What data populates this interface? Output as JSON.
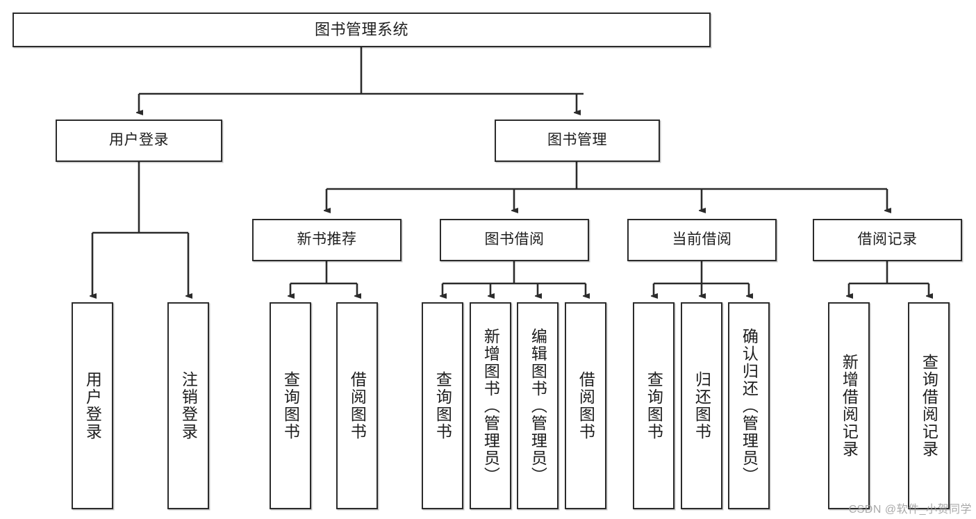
{
  "diagram": {
    "title": "图书管理系统",
    "type": "tree",
    "root": {
      "label": "图书管理系统"
    },
    "level1": [
      {
        "label": "用户登录"
      },
      {
        "label": "图书管理"
      }
    ],
    "level2": [
      {
        "label": "新书推荐"
      },
      {
        "label": "图书借阅"
      },
      {
        "label": "当前借阅"
      },
      {
        "label": "借阅记录"
      }
    ],
    "leaves": {
      "user_login": [
        {
          "label": "用户登录"
        },
        {
          "label": "注销登录"
        }
      ],
      "new_book_recommend": [
        {
          "label": "查询图书"
        },
        {
          "label": "借阅图书"
        }
      ],
      "book_borrow": [
        {
          "label": "查询图书"
        },
        {
          "label": "新增图书（管理员）"
        },
        {
          "label": "编辑图书（管理员）"
        },
        {
          "label": "借阅图书"
        }
      ],
      "current_borrow": [
        {
          "label": "查询图书"
        },
        {
          "label": "归还图书"
        },
        {
          "label": "确认归还（管理员）"
        }
      ],
      "borrow_record": [
        {
          "label": "新增借阅记录"
        },
        {
          "label": "查询借阅记录"
        }
      ]
    }
  },
  "watermark": {
    "text": "CSDN @软件_小贺同学"
  },
  "colors": {
    "border": "#2b2b2b",
    "text": "#1d1d1d",
    "background": "#ffffff",
    "watermark": "#9b9b9b"
  }
}
